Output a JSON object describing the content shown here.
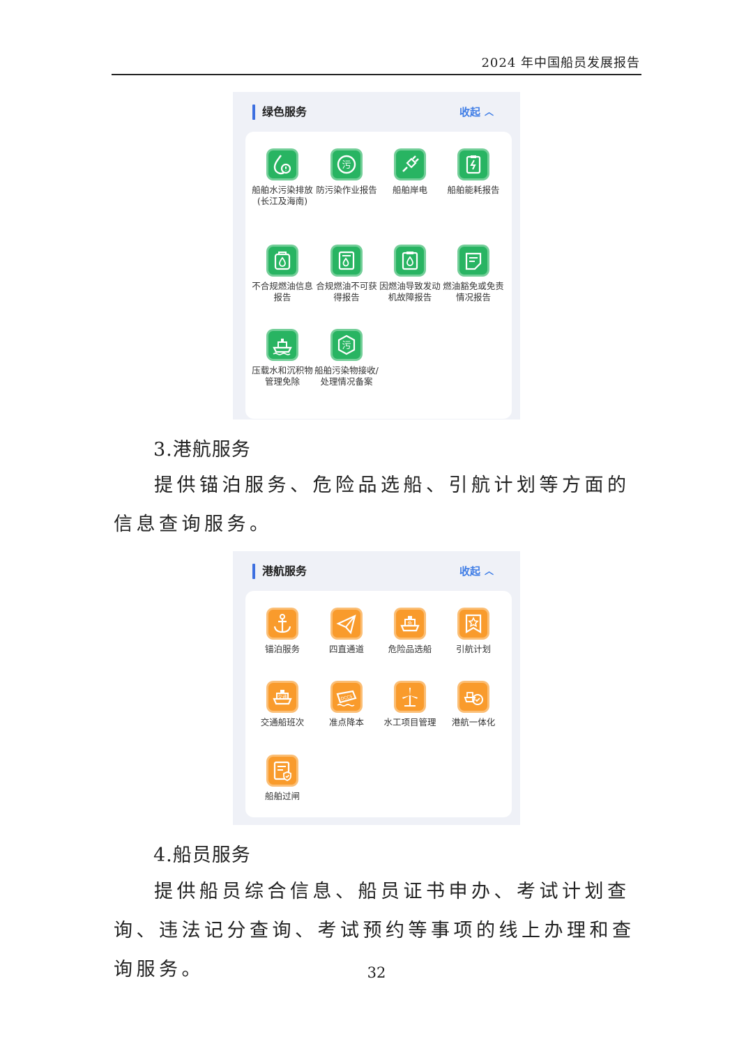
{
  "header": {
    "running_title": "2024 年中国船员发展报告"
  },
  "green_panel": {
    "title": "绿色服务",
    "collapse_label": "收起",
    "items": [
      {
        "label": "船舶水污染排放(长江及海南)",
        "icon": "water-pollution-icon"
      },
      {
        "label": "防污染作业报告",
        "icon": "pollution-prevention-icon"
      },
      {
        "label": "船舶岸电",
        "icon": "shore-power-plug-icon"
      },
      {
        "label": "船舶能耗报告",
        "icon": "energy-report-icon"
      },
      {
        "label": "不合规燃油信息报告",
        "icon": "fuel-tank-icon"
      },
      {
        "label": "合规燃油不可获得报告",
        "icon": "fuel-document-icon"
      },
      {
        "label": "因燃油导致发动机故障报告",
        "icon": "engine-fault-icon"
      },
      {
        "label": "燃油豁免或免责情况报告",
        "icon": "exemption-note-icon"
      },
      {
        "label": "压载水和沉积物管理免除",
        "icon": "ballast-ship-icon"
      },
      {
        "label": "船舶污染物接收/处理情况备案",
        "icon": "pollutant-receive-icon"
      }
    ]
  },
  "section3": {
    "heading": "3.港航服务",
    "paragraph": "提供锚泊服务、危险品选船、引航计划等方面的信息查询服务。"
  },
  "port_panel": {
    "title": "港航服务",
    "collapse_label": "收起",
    "items": [
      {
        "label": "锚泊服务",
        "icon": "anchor-icon"
      },
      {
        "label": "四直通道",
        "icon": "paper-plane-icon"
      },
      {
        "label": "危险品选船",
        "icon": "hazard-ship-icon"
      },
      {
        "label": "引航计划",
        "icon": "pilot-plan-icon"
      },
      {
        "label": "交通船班次",
        "icon": "ferry-schedule-icon"
      },
      {
        "label": "准点降本",
        "icon": "dccs-ship-icon"
      },
      {
        "label": "水工项目管理",
        "icon": "wind-turbine-icon"
      },
      {
        "label": "港航一体化",
        "icon": "port-integration-icon"
      },
      {
        "label": "船舶过闸",
        "icon": "lock-passage-icon"
      }
    ]
  },
  "section4": {
    "heading": "4.船员服务",
    "paragraph": "提供船员综合信息、船员证书申办、考试计划查询、违法记分查询、考试预约等事项的线上办理和查询服务。"
  },
  "footer": {
    "page_number": "32"
  }
}
